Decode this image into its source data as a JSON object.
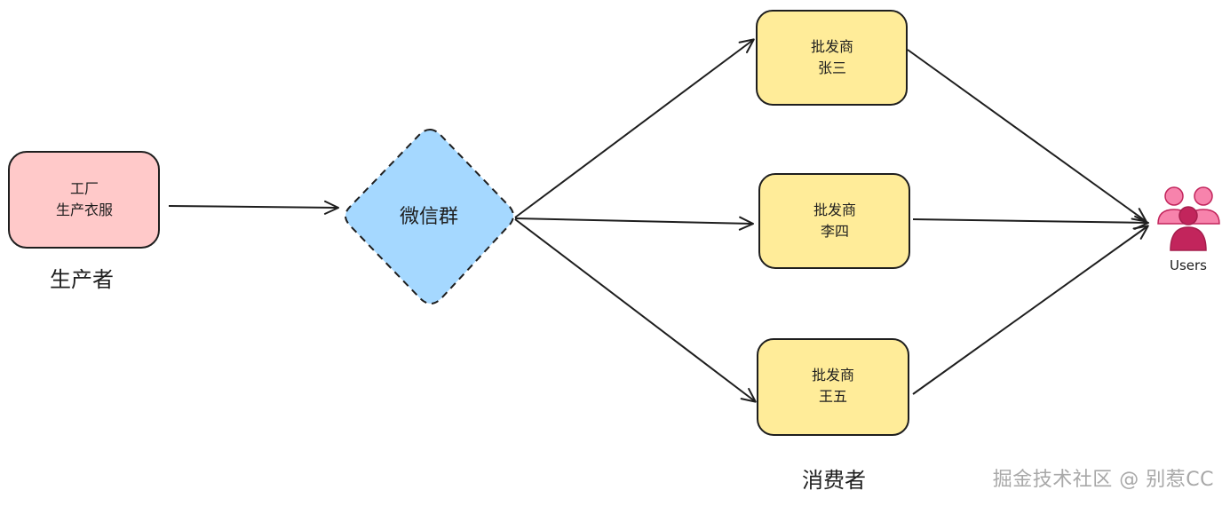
{
  "nodes": {
    "factory": {
      "line1": "工厂",
      "line2": "生产衣服",
      "fill": "#ffc9c9"
    },
    "wechat_group": {
      "label": "微信群",
      "fill": "#a5d8ff"
    },
    "wholesaler_1": {
      "line1": "批发商",
      "line2": "张三",
      "fill": "#ffec99"
    },
    "wholesaler_2": {
      "line1": "批发商",
      "line2": "李四",
      "fill": "#ffec99"
    },
    "wholesaler_3": {
      "line1": "批发商",
      "line2": "王五",
      "fill": "#ffec99"
    },
    "users": {
      "label": "Users",
      "icon": "users-icon",
      "color": "#c2255c"
    }
  },
  "labels": {
    "producer": "生产者",
    "consumer": "消费者"
  },
  "edges": [
    {
      "from": "factory",
      "to": "wechat_group"
    },
    {
      "from": "wechat_group",
      "to": "wholesaler_1"
    },
    {
      "from": "wechat_group",
      "to": "wholesaler_2"
    },
    {
      "from": "wechat_group",
      "to": "wholesaler_3"
    },
    {
      "from": "wholesaler_1",
      "to": "users"
    },
    {
      "from": "wholesaler_2",
      "to": "users"
    },
    {
      "from": "wholesaler_3",
      "to": "users"
    }
  ],
  "watermark": "掘金技术社区 @ 别惹CC",
  "colors": {
    "stroke": "#1e1e1e",
    "producer_fill": "#ffc9c9",
    "channel_fill": "#a5d8ff",
    "wholesaler_fill": "#ffec99",
    "users_primary": "#c2255c",
    "users_secondary": "#e64980",
    "users_light": "#f783ac"
  }
}
